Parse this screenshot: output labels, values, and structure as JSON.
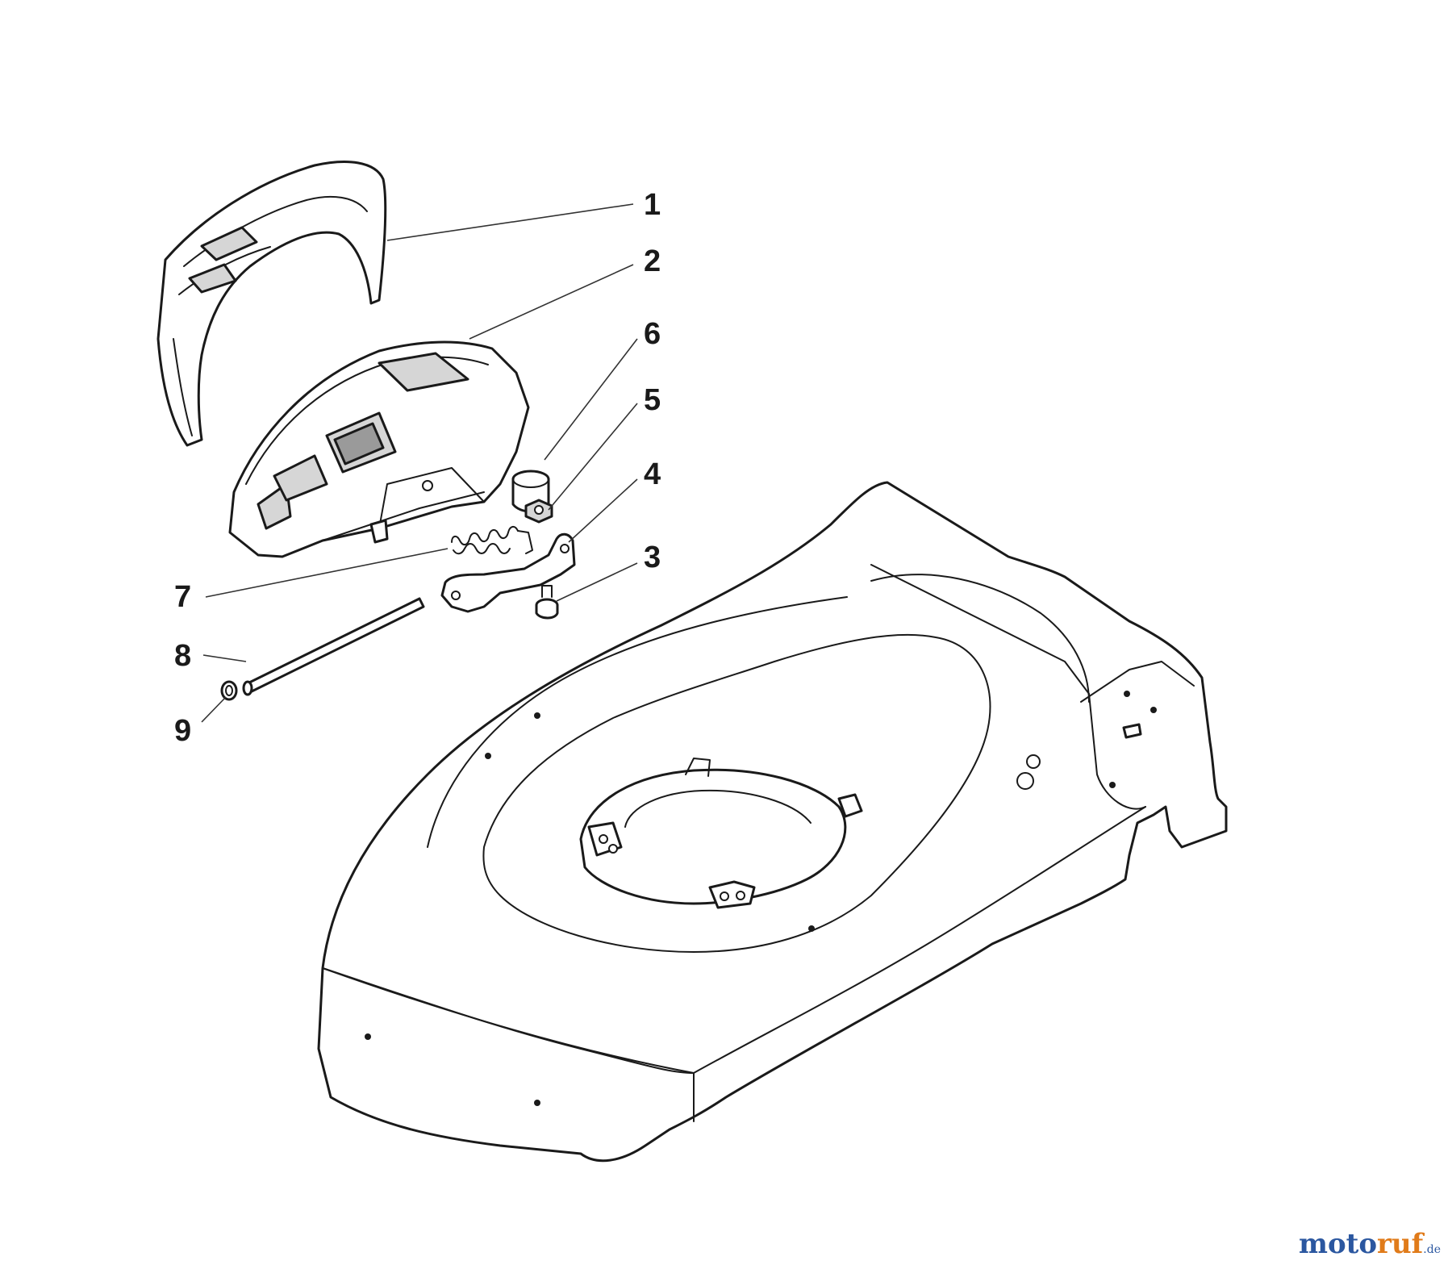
{
  "diagram": {
    "callouts": [
      {
        "id": "c1",
        "label": "1"
      },
      {
        "id": "c2",
        "label": "2"
      },
      {
        "id": "c6",
        "label": "6"
      },
      {
        "id": "c5",
        "label": "5"
      },
      {
        "id": "c4",
        "label": "4"
      },
      {
        "id": "c3",
        "label": "3"
      },
      {
        "id": "c7",
        "label": "7"
      },
      {
        "id": "c8",
        "label": "8"
      },
      {
        "id": "c9",
        "label": "9"
      }
    ],
    "parts": [
      "grass-deflector",
      "rear-guard",
      "cap",
      "nut",
      "bracket",
      "screw",
      "spring",
      "rod",
      "washer",
      "mower-deck"
    ]
  },
  "watermark": {
    "main": "moto",
    "accent": "ruf",
    "tld": ".de"
  },
  "colors": {
    "watermark_blue": "#2b57a0",
    "watermark_orange": "#e07b1a",
    "line": "#1a1a1a"
  }
}
